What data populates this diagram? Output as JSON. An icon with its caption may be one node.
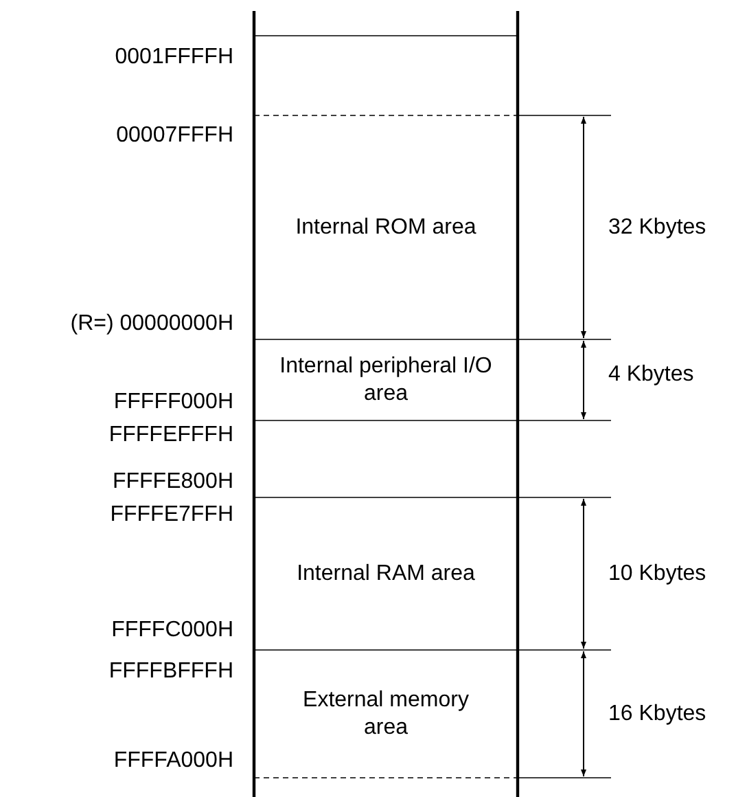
{
  "diagram": {
    "nodes": [
      {
        "text": [
          "Internal ROM area"
        ]
      },
      {
        "text": [
          "Internal peripheral I/O area"
        ]
      },
      {
        "text": [
          "Internal RAM area"
        ]
      },
      {
        "text": [
          "External memory area"
        ]
      }
    ],
    "labels": [
      "0001FFFFH",
      "00007FFFH",
      "32 Kbytes",
      "(R=) 00000000H",
      "4 Kbytes",
      "FFFFF000H",
      "FFFFEFFFH",
      "FFFFE800H",
      "FFFFE7FFH",
      "10 Kbytes",
      "FFFFC000H",
      "FFFFBFFFH",
      "16 Kbytes",
      "FFFFA000H"
    ]
  }
}
